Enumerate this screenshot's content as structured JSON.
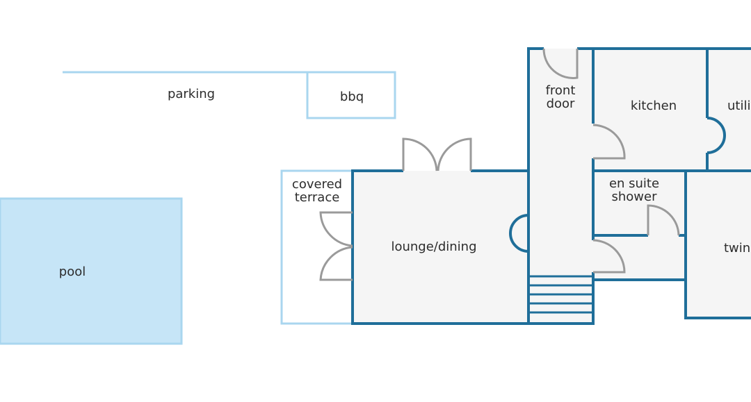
{
  "colors": {
    "background": "#ffffff",
    "wall": "#1f6e99",
    "outdoor_outline": "#a9d6ef",
    "pool_fill": "#c6e5f7",
    "floor_fill": "#f5f5f5",
    "door": "#9a9a9a",
    "text": "#2c2c2c"
  },
  "labels": {
    "parking": "parking",
    "bbq": "bbq",
    "pool": "pool",
    "covered_terrace": [
      "covered",
      "terrace"
    ],
    "lounge_dining": "lounge/dining",
    "front_door": [
      "front",
      "door"
    ],
    "kitchen": "kitchen",
    "utility": "utili",
    "en_suite_shower": [
      "en suite",
      "shower"
    ],
    "twin": "twin"
  }
}
